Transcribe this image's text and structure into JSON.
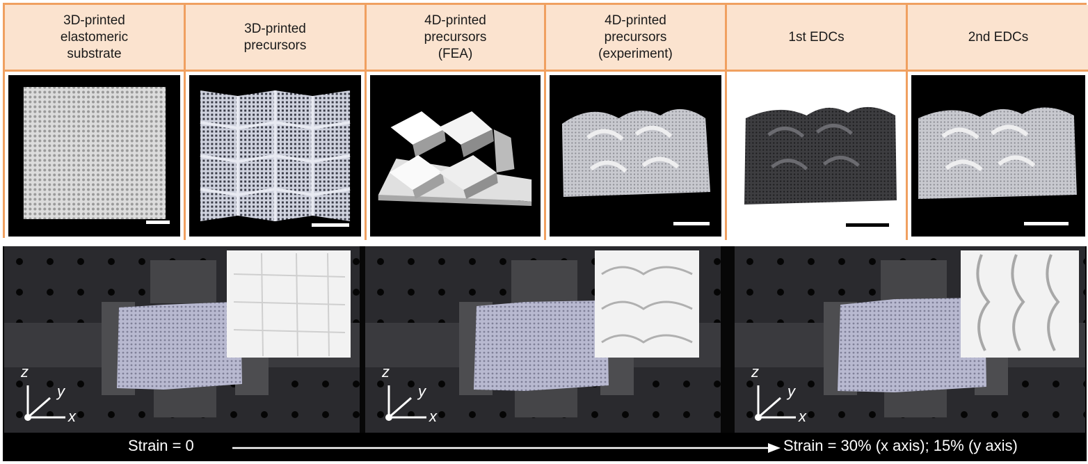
{
  "columns": [
    {
      "header": "3D-printed\nelastomeric\nsubstrate"
    },
    {
      "header": "3D-printed\nprecursors"
    },
    {
      "header": "4D-printed\nprecursors\n(FEA)"
    },
    {
      "header": "4D-printed\nprecursors\n(experiment)"
    },
    {
      "header": "1st EDCs"
    },
    {
      "header": "2nd EDCs"
    }
  ],
  "strain": {
    "start_label": "Strain = 0",
    "end_label": "Strain = 30% (x axis); 15% (y axis)"
  },
  "axes": {
    "z": "z",
    "y": "y",
    "x": "x"
  },
  "colors": {
    "border": "#f0a060",
    "header_bg": "#fbe3cf",
    "background": "#000000"
  }
}
